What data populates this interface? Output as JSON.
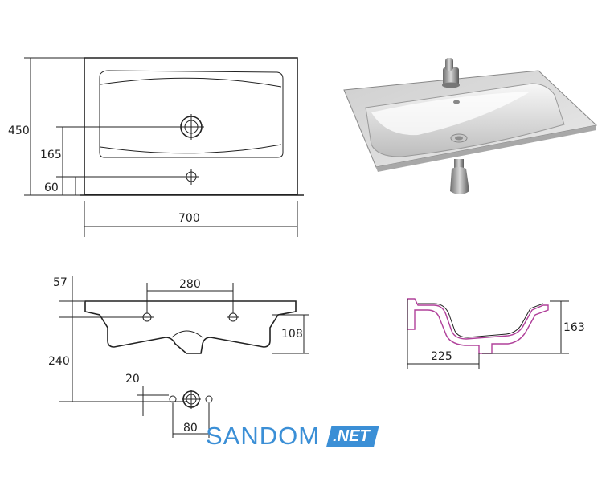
{
  "dimensions": {
    "top_view": {
      "height": "450",
      "mid": "165",
      "low": "60",
      "width": "700"
    },
    "front_view": {
      "top": "57",
      "holes_spacing": "280",
      "depth": "108",
      "drain": "240",
      "small": "20",
      "bottom": "80"
    },
    "section_view": {
      "height": "163",
      "width": "225"
    }
  },
  "watermark": {
    "main": "SANDOM",
    "tag": ".NET"
  },
  "colors": {
    "brand_main": "#3b8fd6",
    "brand_tag": "#3b8fd6",
    "section_accent": "#b0409a"
  }
}
